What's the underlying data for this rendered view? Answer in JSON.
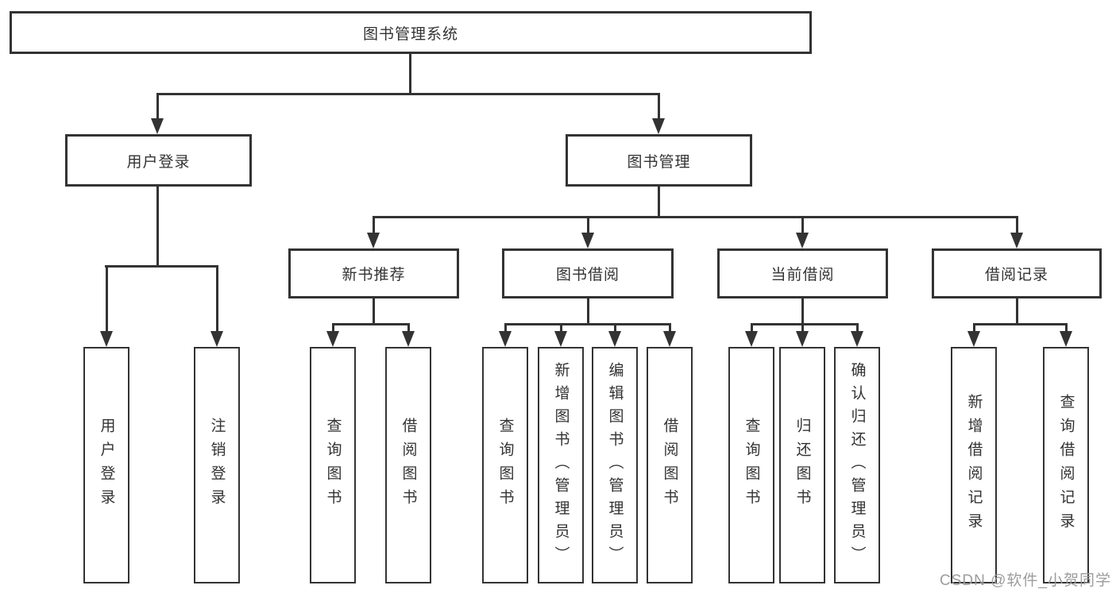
{
  "diagram": {
    "type": "function-structure-tree",
    "background": "#ffffff",
    "line_color": "#333333",
    "text_color": "#333333",
    "watermark_color": "#9c9c9c"
  },
  "tree": {
    "label": "图书管理系统",
    "children": [
      {
        "label": "用户登录",
        "children": [
          {
            "label": "用户登录"
          },
          {
            "label": "注销登录"
          }
        ]
      },
      {
        "label": "图书管理",
        "children": [
          {
            "label": "新书推荐",
            "children": [
              {
                "label": "查询图书"
              },
              {
                "label": "借阅图书"
              }
            ]
          },
          {
            "label": "图书借阅",
            "children": [
              {
                "label": "查询图书"
              },
              {
                "label": "新增图书（管理员）"
              },
              {
                "label": "编辑图书（管理员）"
              },
              {
                "label": "借阅图书"
              }
            ]
          },
          {
            "label": "当前借阅",
            "children": [
              {
                "label": "查询图书"
              },
              {
                "label": "归还图书"
              },
              {
                "label": "确认归还（管理员）"
              }
            ]
          },
          {
            "label": "借阅记录",
            "children": [
              {
                "label": "新增借阅记录"
              },
              {
                "label": "查询借阅记录"
              }
            ]
          }
        ]
      }
    ]
  },
  "watermark": {
    "text": "CSDN @软件_小贺同学"
  }
}
